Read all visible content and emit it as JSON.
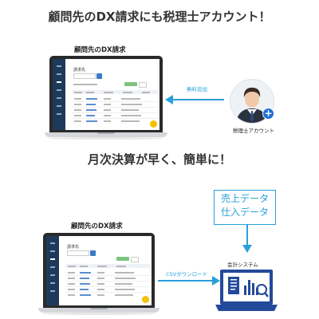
{
  "colors": {
    "accent": "#29a0da",
    "laptop_frame": "#2a2a2a",
    "app_sidebar": "#1e3a5a",
    "accounting_icon": "#234a9a",
    "plus_badge": "#1d6fd6",
    "corner_button": "#f3c200"
  },
  "top_section": {
    "heading": "顧問先のDX請求にも税理士アカウント！",
    "laptop_caption": "顧問先のDX請求",
    "screen_title": "請求先",
    "arrow_label": "無料追加",
    "avatar_label": "税理士アカウント",
    "avatar_badge": "+"
  },
  "bottom_section": {
    "heading": "月次決算が早く、簡単に！",
    "laptop_caption": "顧問先のDX請求",
    "screen_title": "請求先",
    "arrow_label": "CSVダウンロード",
    "system_label": "会計システム",
    "data_box_lines": [
      "売上データ",
      "仕入データ"
    ]
  },
  "icons": {
    "avatar": "businessman-avatar-icon",
    "plus": "plus-icon",
    "accounting": "accounting-laptop-icon",
    "document": "document-icon",
    "bar_chart": "bar-chart-icon",
    "magnifier": "magnifier-icon"
  }
}
